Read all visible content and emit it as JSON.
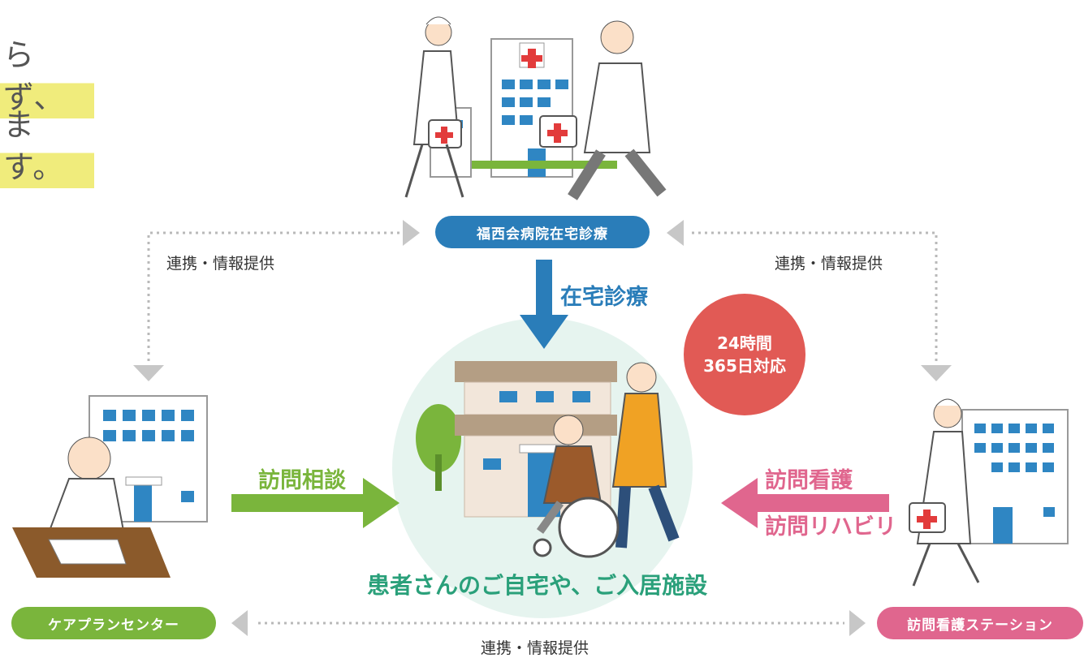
{
  "intro": {
    "line1": "らず、",
    "line2": "ます。"
  },
  "nodes": {
    "clinic": "福西会病院在宅診療",
    "care_plan": "ケアプランセンター",
    "nursing_station": "訪問看護ステーション",
    "home": "患者さんのご自宅や、ご入居施設"
  },
  "links": {
    "left": "連携・情報提供",
    "right": "連携・情報提供",
    "bottom": "連携・情報提供"
  },
  "services": {
    "home_care": "在宅診療",
    "consultation": "訪問相談",
    "nursing": "訪問看護",
    "rehab": "訪問リハビリ"
  },
  "badge": {
    "line1": "24時間",
    "line2": "365日対応"
  },
  "colors": {
    "blue": "#2a7db9",
    "green": "#7ab53c",
    "pink": "#e0668e",
    "teal": "#2aa07a",
    "red": "#e15a55"
  }
}
